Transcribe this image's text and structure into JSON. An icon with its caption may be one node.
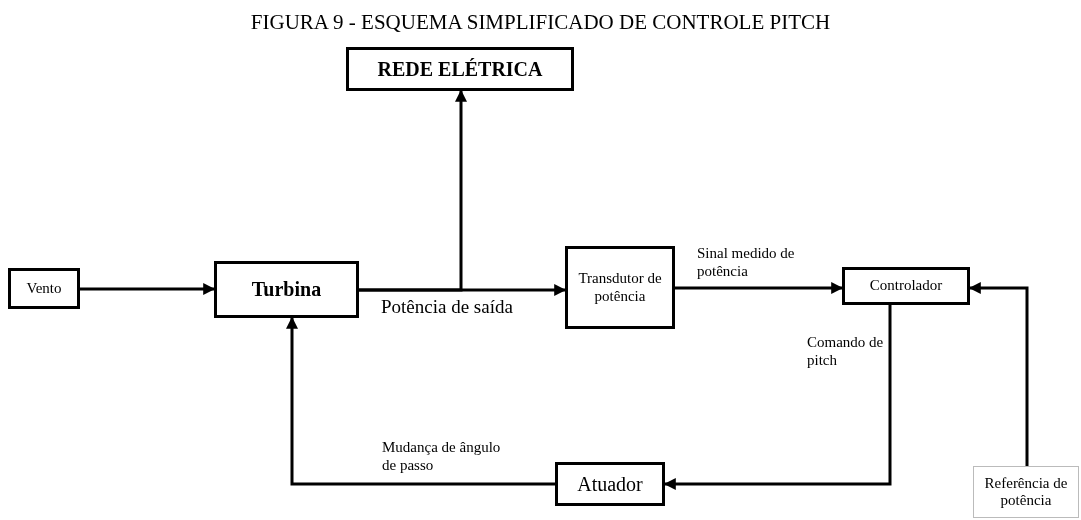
{
  "diagram": {
    "title": "FIGURA 9 - ESQUEMA SIMPLIFICADO DE CONTROLE PITCH",
    "nodes": [
      {
        "text": [
          "Vento"
        ]
      },
      {
        "text": [
          "Turbina"
        ]
      },
      {
        "text": [
          "REDE ELÉTRICA"
        ]
      },
      {
        "text": [
          "Transdutor de potência"
        ]
      },
      {
        "text": [
          "Controlador"
        ]
      },
      {
        "text": [
          "Atuador"
        ]
      },
      {
        "text": [
          "Referência de potência"
        ]
      }
    ],
    "edges": [
      {
        "from": 0,
        "to": 1,
        "arrow": "to"
      },
      {
        "from": 1,
        "to": 3,
        "arrow": "to",
        "label": "Potência de saída"
      },
      {
        "from": 1,
        "to": 2,
        "arrow": "to"
      },
      {
        "from": 3,
        "to": 4,
        "arrow": "to",
        "label": "Sinal medido de potência"
      },
      {
        "from": 4,
        "to": 5,
        "arrow": "to",
        "label": "Comando de pitch"
      },
      {
        "from": 5,
        "to": 1,
        "arrow": "to",
        "label": "Mudança de ângulo de passo"
      },
      {
        "from": 6,
        "to": 4,
        "arrow": "to"
      }
    ]
  }
}
